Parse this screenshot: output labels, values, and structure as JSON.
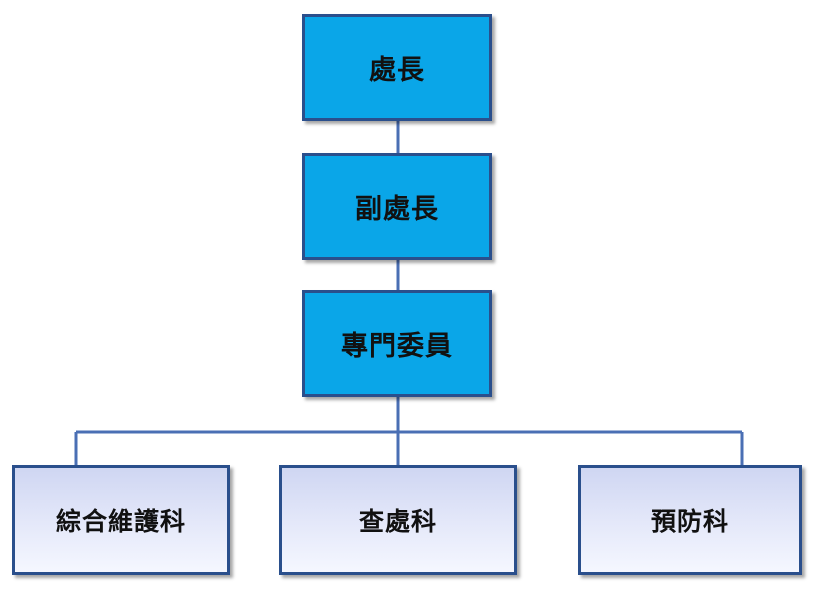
{
  "org_chart": {
    "top": {
      "label": "處長"
    },
    "deputy": {
      "label": "副處長"
    },
    "commissioner": {
      "label": "專門委員"
    },
    "divisions": [
      {
        "label": "綜合維護科"
      },
      {
        "label": "查處科"
      },
      {
        "label": "預防科"
      }
    ]
  },
  "colors": {
    "primary_fill": "#0aa6e8",
    "border": "#2a4f8c",
    "secondary_fill": "#e3e7f9",
    "connector": "#4a6fb4"
  }
}
